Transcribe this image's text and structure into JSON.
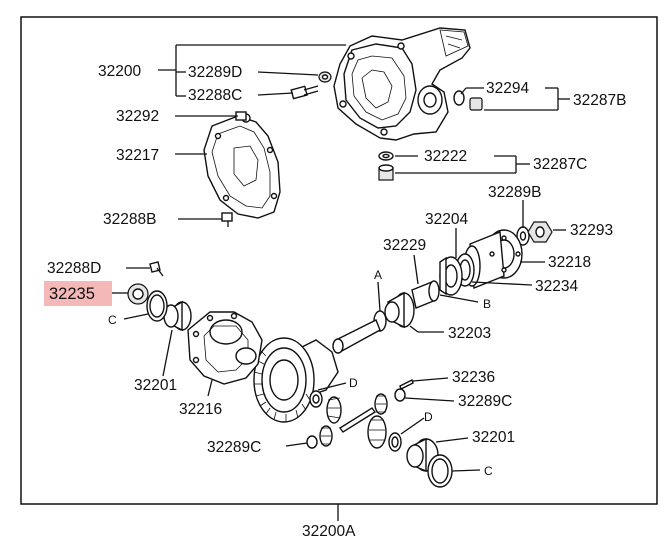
{
  "labels": {
    "p32200": "32200",
    "p32289D": "32289D",
    "p32288C": "32288C",
    "p32294": "32294",
    "p32287B": "32287B",
    "p32292": "32292",
    "p32217": "32217",
    "p32222": "32222",
    "p32287C": "32287C",
    "p32289B": "32289B",
    "p32288B": "32288B",
    "p32204": "32204",
    "p32293": "32293",
    "p32229": "32229",
    "p32218": "32218",
    "p32288D": "32288D",
    "p32234": "32234",
    "p32235": "32235",
    "p32203": "32203",
    "p32201a": "32201",
    "p32236": "32236",
    "p32216": "32216",
    "p32289C_right": "32289C",
    "p32289C_left": "32289C",
    "p32201b": "32201",
    "p32200A": "32200A"
  },
  "letters": {
    "A": "A",
    "B": "B",
    "C_left": "C",
    "D_top": "D",
    "D_right": "D",
    "C_right": "C"
  },
  "highlight": {
    "part": "32235",
    "color": "#f4b8b8"
  }
}
